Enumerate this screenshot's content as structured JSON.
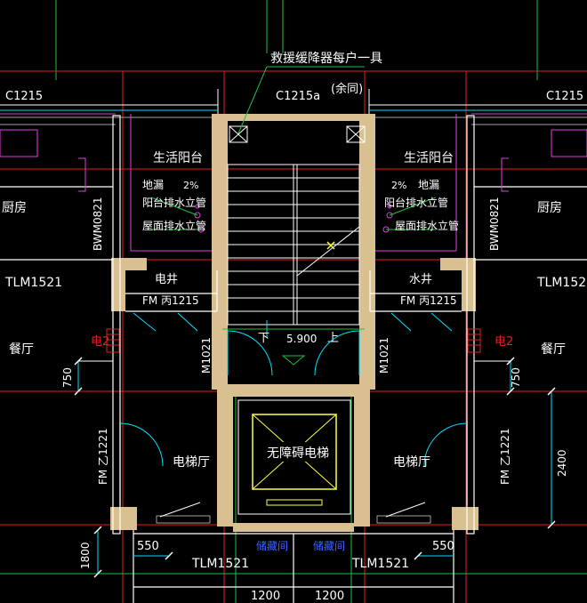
{
  "annotation_top": "救援缓降器每户一具",
  "annotation_top2": "(余同)",
  "window_c1215_left": "C1215",
  "window_c1215a": "C1215a",
  "window_c1215_right": "C1215",
  "balcony_left": "生活阳台",
  "balcony_right": "生活阳台",
  "drain_floor": "地漏",
  "slope": "2%",
  "pipe_balcony": "阳台排水立管",
  "pipe_roof": "屋面排水立管",
  "kitchen": "厨房",
  "bwm": "BWM0821",
  "tlm_side": "TLM1521",
  "elec_shaft": "电井",
  "water_shaft": "水井",
  "fm_shaft": "FM 丙1215",
  "dining": "餐厅",
  "dian2": "电2",
  "dim_750": "750",
  "door_m1021": "M1021",
  "stair_down": "下",
  "stair_level": "5.900",
  "stair_up": "上",
  "elevator": "无障碍电梯",
  "elevator_hall": "电梯厅",
  "fm_yi": "FM 乙1221",
  "dim_2400": "2400",
  "dim_1800": "1800",
  "dim_550": "550",
  "tlm_bottom": "TLM1521",
  "storage": "储藏间",
  "dim_1200": "1200",
  "colors": {
    "background": "#000000",
    "wall": "#d8c090",
    "white_line": "#ffffff",
    "red_line": "#e02020",
    "green_line": "#20c040",
    "cyan": "#00e0ff",
    "magenta": "#e040e0",
    "yellow": "#ffff40",
    "grey": "#a0a0a0",
    "blue": "#4060ff"
  }
}
